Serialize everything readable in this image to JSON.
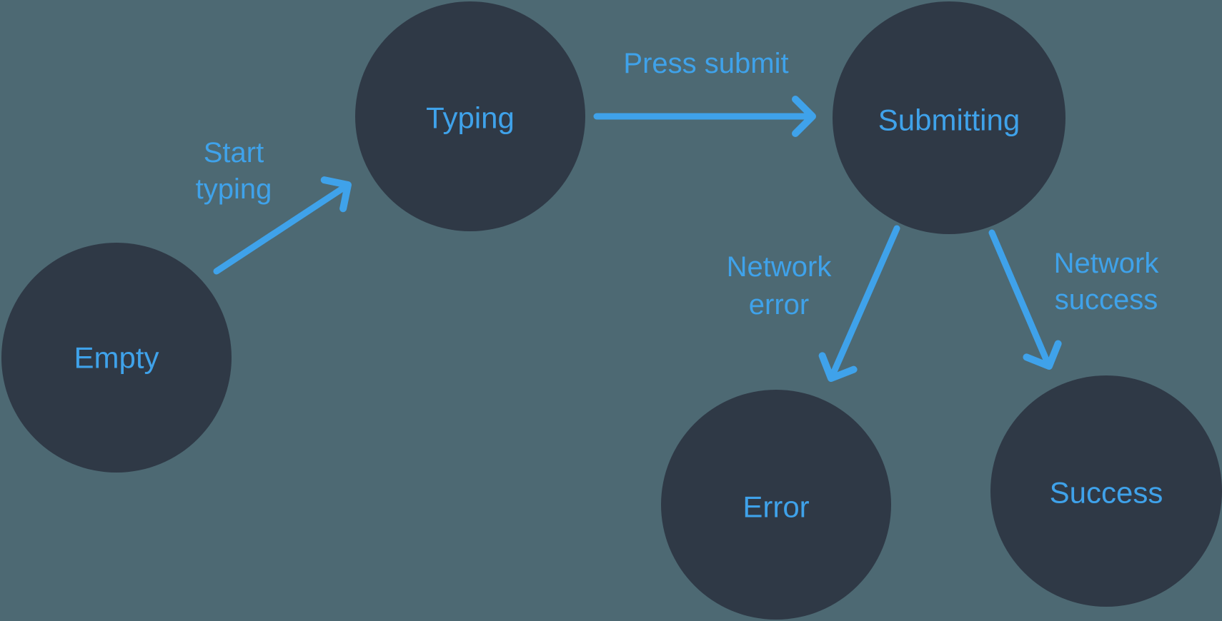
{
  "diagram": {
    "type": "state-machine",
    "colors": {
      "background": "#4D6973",
      "node": "#2F3946",
      "accent": "#3FA2EA"
    },
    "nodes": [
      {
        "id": "empty",
        "label": "Empty"
      },
      {
        "id": "typing",
        "label": "Typing"
      },
      {
        "id": "submitting",
        "label": "Submitting"
      },
      {
        "id": "error",
        "label": "Error"
      },
      {
        "id": "success",
        "label": "Success"
      }
    ],
    "edges": [
      {
        "id": "start-typing",
        "from": "empty",
        "to": "typing",
        "label_lines": [
          "Start",
          "typing"
        ]
      },
      {
        "id": "press-submit",
        "from": "typing",
        "to": "submitting",
        "label_lines": [
          "Press submit"
        ]
      },
      {
        "id": "network-error",
        "from": "submitting",
        "to": "error",
        "label_lines": [
          "Network",
          "error"
        ]
      },
      {
        "id": "network-success",
        "from": "submitting",
        "to": "success",
        "label_lines": [
          "Network",
          "success"
        ]
      }
    ]
  }
}
